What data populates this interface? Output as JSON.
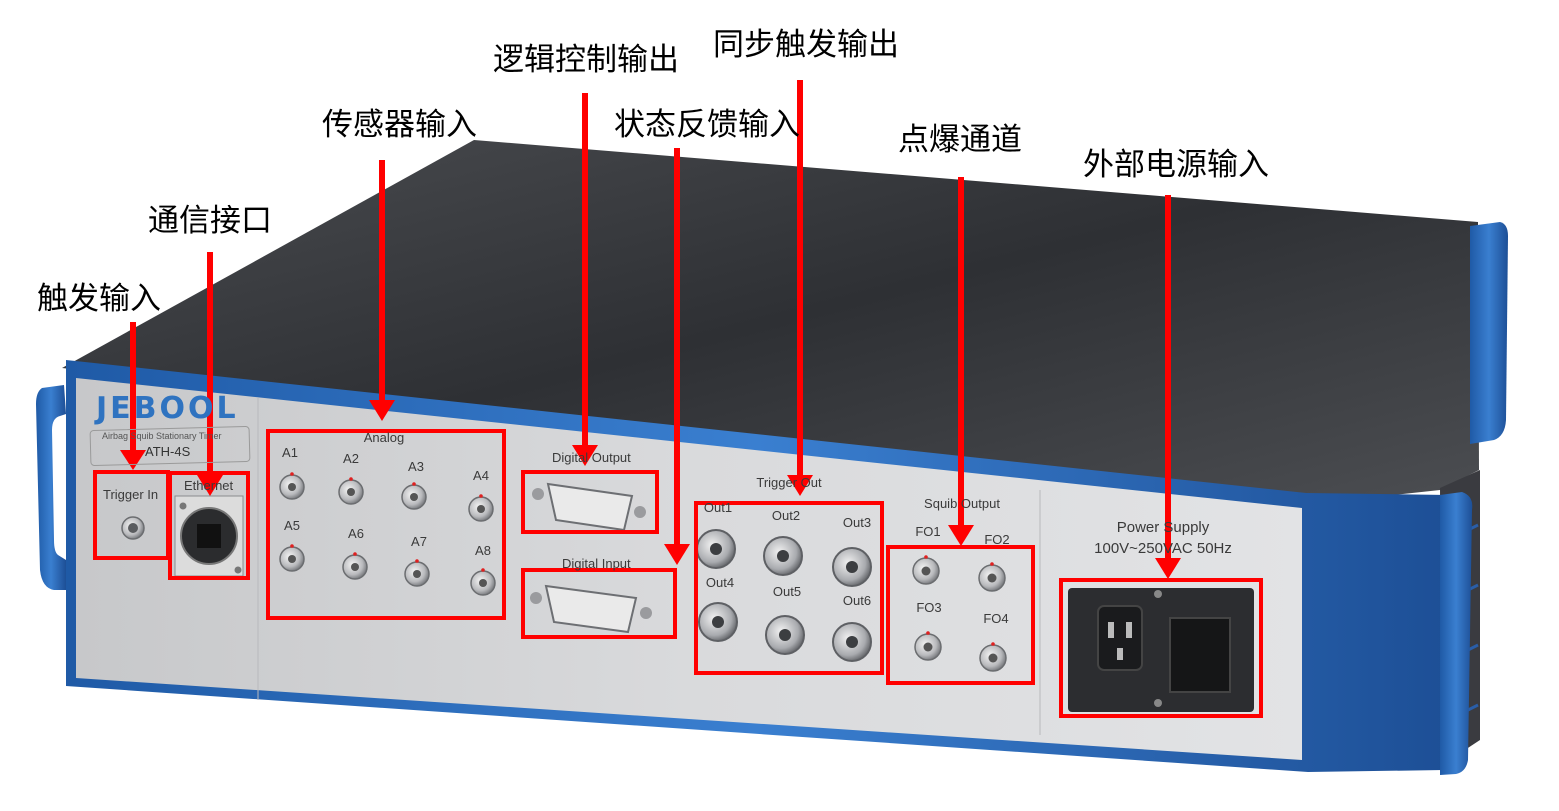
{
  "callouts": {
    "trigger_input": "触发输入",
    "comm_interface": "通信接口",
    "sensor_input": "传感器输入",
    "logic_output": "逻辑控制输出",
    "status_feedback": "状态反馈输入",
    "sync_trigger_output": "同步触发输出",
    "squib_channel": "点爆通道",
    "external_power": "外部电源输入"
  },
  "panel": {
    "brand": "JEBOOL",
    "subtitle": "Airbag Squib Stationary Timer",
    "model": "ATH-4S",
    "trigger_in": "Trigger In",
    "ethernet": "Ethernet",
    "analog": {
      "title": "Analog",
      "channels": [
        "A1",
        "A2",
        "A3",
        "A4",
        "A5",
        "A6",
        "A7",
        "A8"
      ]
    },
    "digital_output": "Digital Output",
    "digital_input": "Digital Input",
    "trigger_output": {
      "title": "Trigger Out",
      "channels": [
        "Out1",
        "Out2",
        "Out3",
        "Out4",
        "Out5",
        "Out6"
      ]
    },
    "squib_output": {
      "title": "Squib Output",
      "channels": [
        "FO1",
        "FO2",
        "FO3",
        "FO4"
      ]
    },
    "power_supply": {
      "title": "Power Supply",
      "rating": "100V~250VAC 50Hz"
    }
  },
  "colors": {
    "highlight": "#ff0000",
    "frame_blue": "#2e6bb8",
    "panel_gray": "#cfd0d2",
    "top_cover": "#3a3c40"
  }
}
